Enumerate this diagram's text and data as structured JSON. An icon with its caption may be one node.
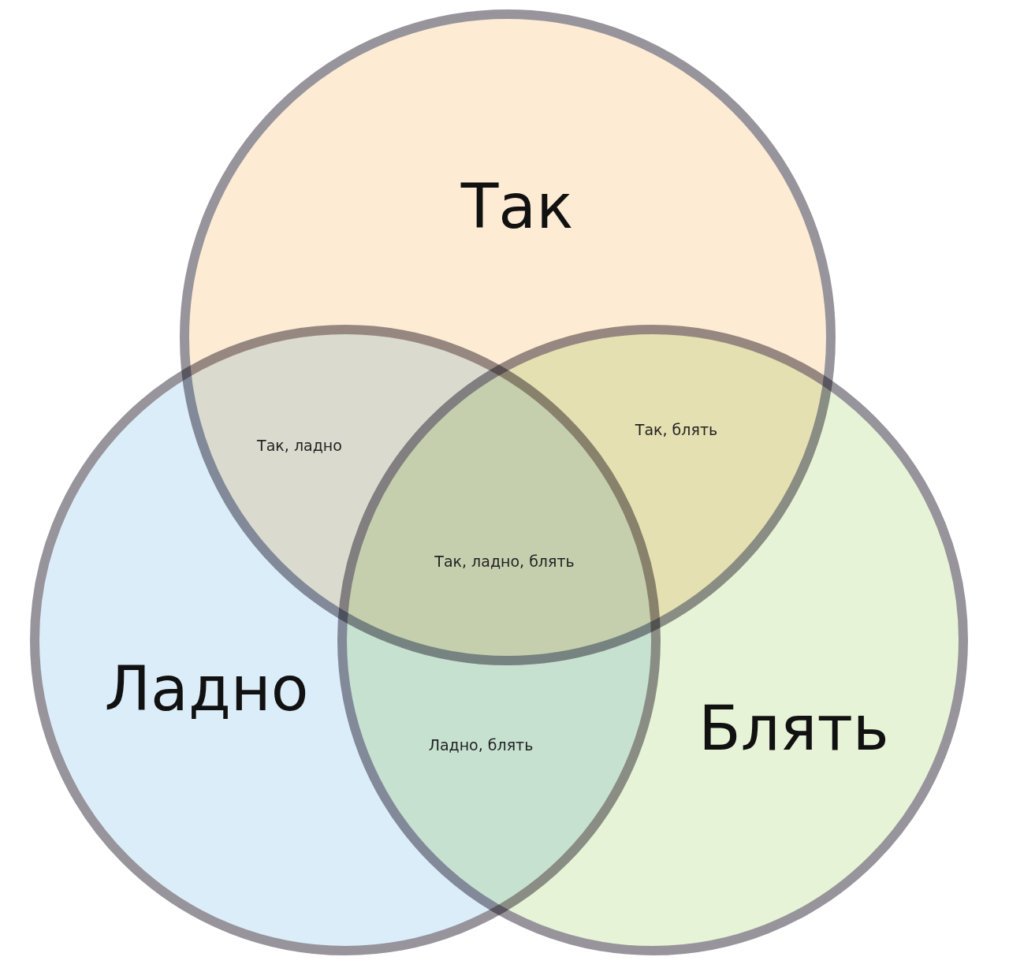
{
  "diagram": {
    "nodes": [
      {
        "text": [
          "Так"
        ]
      },
      {
        "text": [
          "Ладно"
        ]
      },
      {
        "text": [
          "Блять"
        ]
      }
    ],
    "labels": [
      "Так, ладно",
      "Так, блять",
      "Так, ладно, блять",
      "Ладно, блять"
    ]
  }
}
